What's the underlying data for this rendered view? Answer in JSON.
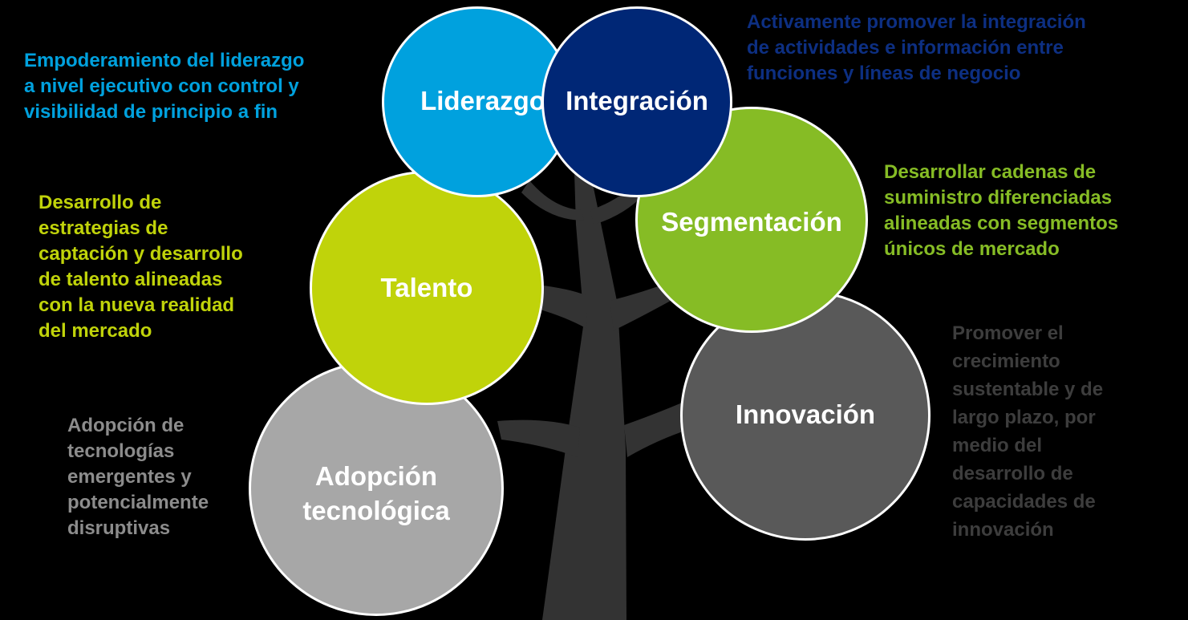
{
  "diagram": {
    "background": "#000000",
    "trunk_color": "#333333",
    "nodes": [
      {
        "id": "liderazgo",
        "label": "Liderazgo",
        "color": "#00A1DE",
        "description": "Empoderamiento del liderazgo\na nivel ejecutivo con control y\nvisibilidad de principio a fin",
        "description_color": "#00A1DE"
      },
      {
        "id": "integracion",
        "label": "Integración",
        "color": "#002776",
        "description": "Activamente promover la integración\nde actividades e información entre\nfunciones y líneas de negocio",
        "description_color": "#0D2F82"
      },
      {
        "id": "segmentacion",
        "label": "Segmentación",
        "color": "#86BC25",
        "description": "Desarrollar cadenas de\nsuministro diferenciadas\nalineadas con segmentos\núnicos de mercado",
        "description_color": "#86BC25"
      },
      {
        "id": "talento",
        "label": "Talento",
        "color": "#C0D30A",
        "description": "Desarrollo de\nestrategias de\ncaptación y desarrollo\nde talento alineadas\ncon la nueva realidad\ndel mercado",
        "description_color": "#C0D30A"
      },
      {
        "id": "adopcion",
        "label": "Adopción\ntecnológica",
        "color": "#A7A7A7",
        "description": "Adopción de\ntecnologías\nemergentes y\npotencialmente\ndisruptivas",
        "description_color": "#8C8C8C"
      },
      {
        "id": "innovacion",
        "label": "Innovación",
        "color": "#595959",
        "description": "Promover el\ncrecimiento\nsustentable y de\nlargo plazo, por\nmedio del\ndesarrollo de\ncapacidades de\ninnovación",
        "description_color": "#3D3D3D"
      }
    ]
  }
}
